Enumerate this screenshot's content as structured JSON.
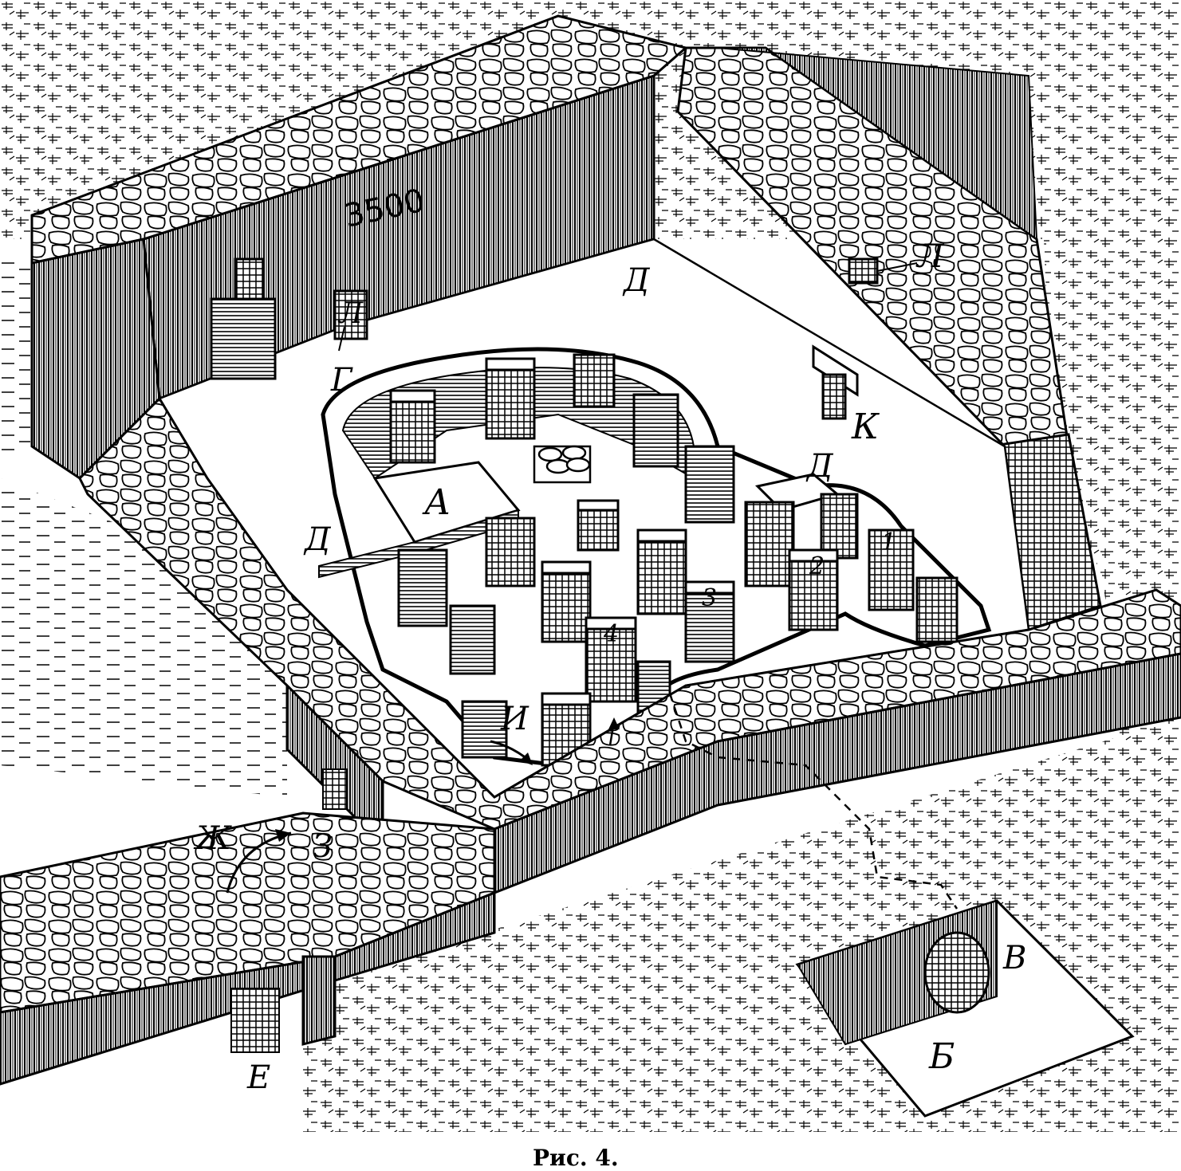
{
  "figure": {
    "caption": "Рис. 4.",
    "dimension_label": "3500",
    "labels": {
      "A": "А",
      "B": "Б",
      "V": "В",
      "G": "Г",
      "D": "Д",
      "E": "Е",
      "Zh": "Ж",
      "Z": "З",
      "I": "И",
      "K": "К",
      "L": "Л"
    },
    "pillar_numbers": [
      "1",
      "2",
      "3",
      "4"
    ]
  },
  "colors": {
    "ink": "#000000",
    "paper": "#ffffff"
  }
}
